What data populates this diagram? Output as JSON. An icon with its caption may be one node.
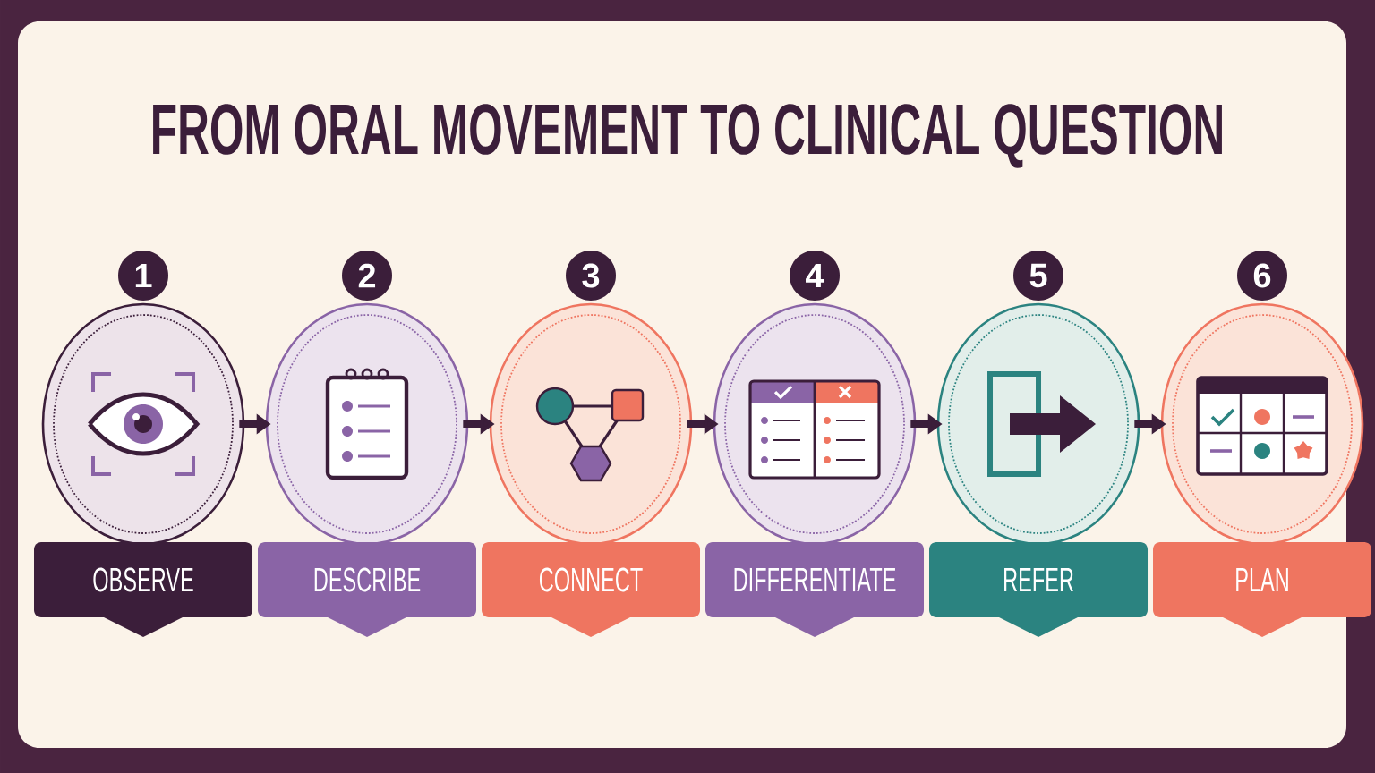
{
  "diagram": {
    "title": "FROM ORAL MOVEMENT TO CLINICAL QUESTION",
    "nodes": [
      {
        "text": [
          "1"
        ]
      },
      {
        "text": [
          "2"
        ]
      },
      {
        "text": [
          "3"
        ]
      },
      {
        "text": [
          "4"
        ]
      },
      {
        "text": [
          "5"
        ]
      },
      {
        "text": [
          "6"
        ]
      },
      {
        "text": [],
        "shape": "circle"
      },
      {
        "text": [],
        "shape": "circle"
      },
      {
        "text": [],
        "shape": "circle"
      },
      {
        "text": [],
        "shape": "circle"
      },
      {
        "text": [],
        "shape": "circle"
      },
      {
        "text": [],
        "shape": "circle"
      },
      {
        "text": [
          "OBSERVE"
        ]
      },
      {
        "text": [
          "DESCRIBE"
        ]
      },
      {
        "text": [
          "CONNECT"
        ]
      },
      {
        "text": [
          "DIFFERENTIATE"
        ]
      },
      {
        "text": [
          "REFER"
        ]
      },
      {
        "text": [
          "PLAN"
        ]
      }
    ],
    "edges": [
      {
        "from": 6,
        "to": 7,
        "arrow": "to"
      },
      {
        "from": 7,
        "to": 8,
        "arrow": "to"
      },
      {
        "from": 8,
        "to": 9,
        "arrow": "to"
      },
      {
        "from": 9,
        "to": 10,
        "arrow": "to"
      },
      {
        "from": 10,
        "to": 11,
        "arrow": "to"
      }
    ]
  }
}
